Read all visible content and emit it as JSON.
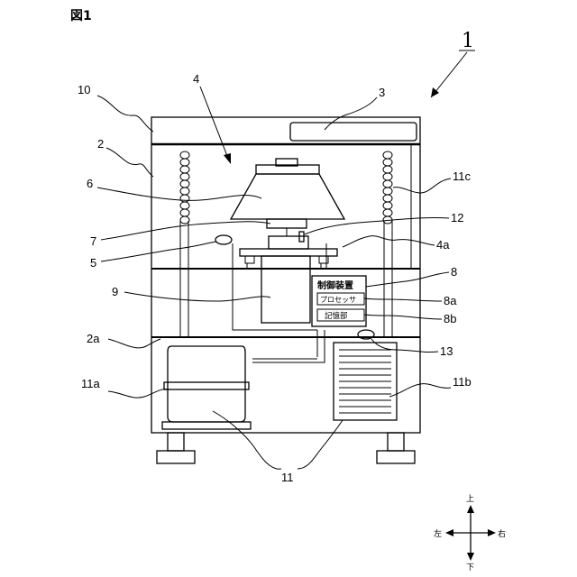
{
  "figure_title": "図1",
  "labels": {
    "l1": "1",
    "l10": "10",
    "l4": "4",
    "l3": "3",
    "l2": "2",
    "l6": "6",
    "l11c": "11c",
    "l7": "7",
    "l12": "12",
    "l5": "5",
    "l4a": "4a",
    "l8": "8",
    "l9": "9",
    "l8a": "8a",
    "l2a": "2a",
    "l8b": "8b",
    "l13": "13",
    "l11a": "11a",
    "l11b": "11b",
    "l11": "11"
  },
  "control_box": {
    "title": "制御装置",
    "processor": "プロセッサ",
    "storage": "記憶部"
  },
  "direction": {
    "up": "上",
    "down": "下",
    "left": "左",
    "right": "右"
  }
}
